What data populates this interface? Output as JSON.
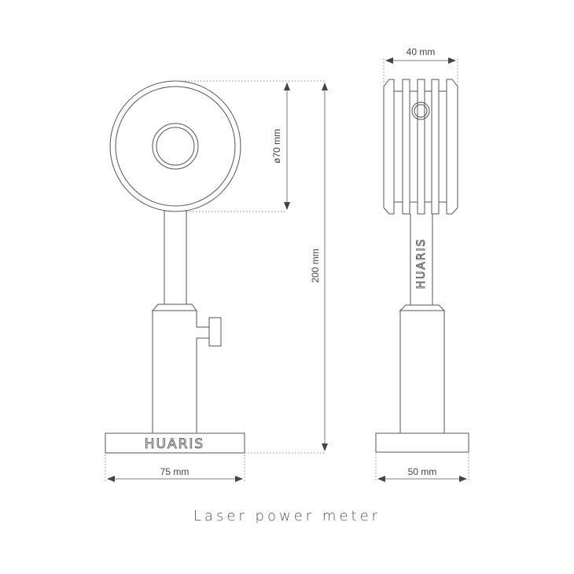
{
  "caption": "Laser power meter",
  "brand": "HUARIS",
  "dimensions": {
    "diameter": "ø70 mm",
    "height": "200 mm",
    "front_base_width": "75 mm",
    "side_head_width": "40 mm",
    "side_base_width": "50 mm"
  },
  "colors": {
    "line": "#555555",
    "dimension_line": "#9a9a9a",
    "text": "#444444",
    "background": "#ffffff"
  }
}
